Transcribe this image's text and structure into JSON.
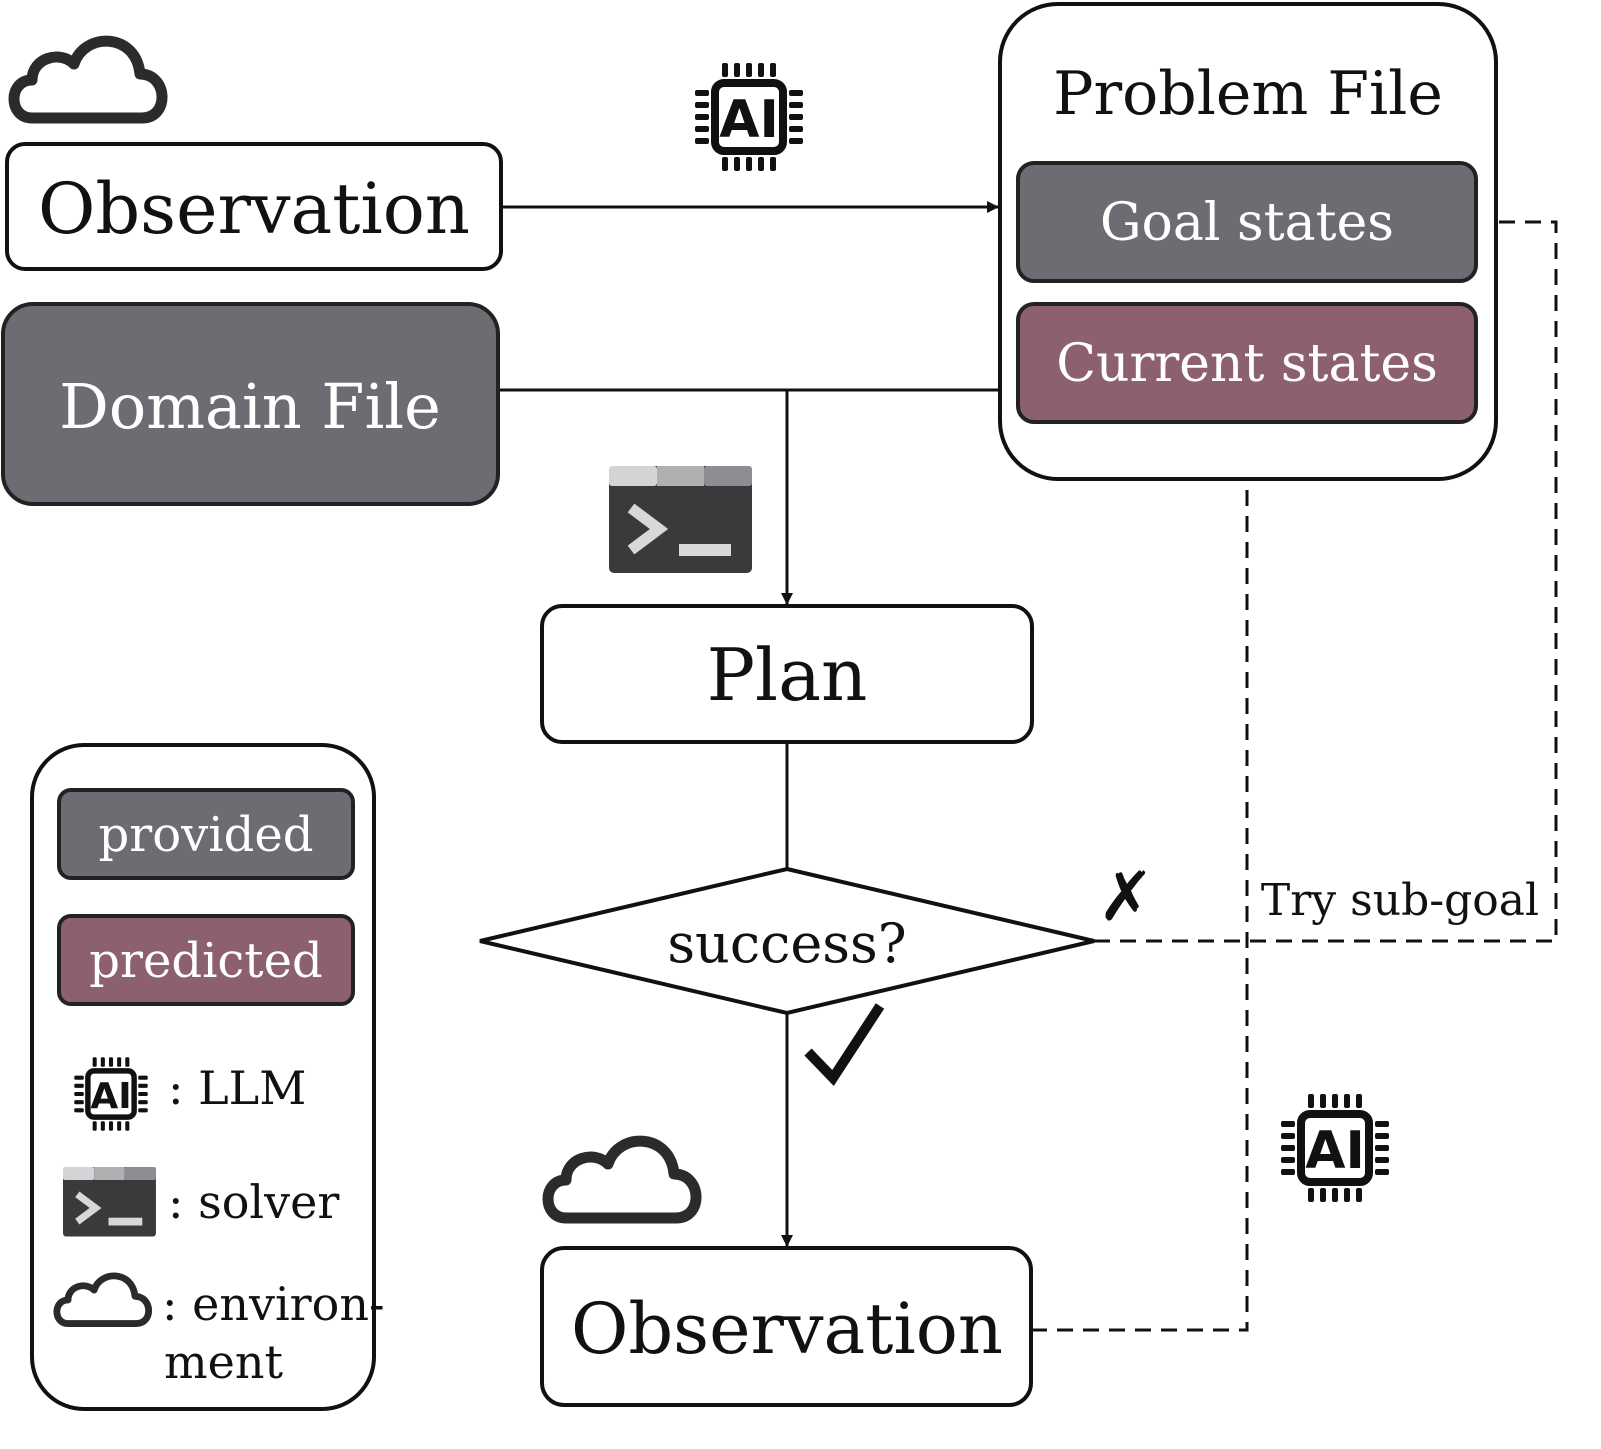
{
  "colors": {
    "provided": "#6d6c72",
    "predicted": "#8c6070",
    "stroke": "#111111",
    "solver_dark": "#3a3a3c",
    "solver_light": "#c9c9cb"
  },
  "nodes": {
    "observation_top": "Observation",
    "domain_file": "Domain File",
    "problem_file": {
      "title": "Problem File",
      "goal_states": "Goal states",
      "current_states": "Current states"
    },
    "plan": "Plan",
    "decision": "success?",
    "observation_bottom": "Observation"
  },
  "edges": {
    "fail_mark": "✗",
    "success_mark": "✓",
    "retry_label": "Try sub-goal"
  },
  "legend": {
    "provided": "provided",
    "predicted": "predicted",
    "llm": ": LLM",
    "solver": ": solver",
    "environment_line1": ": environ-",
    "environment_line2": "ment"
  },
  "icons": {
    "llm": "ai-chip-icon",
    "solver": "terminal-icon",
    "environment": "cloud-icon"
  },
  "chip_text": "AI"
}
